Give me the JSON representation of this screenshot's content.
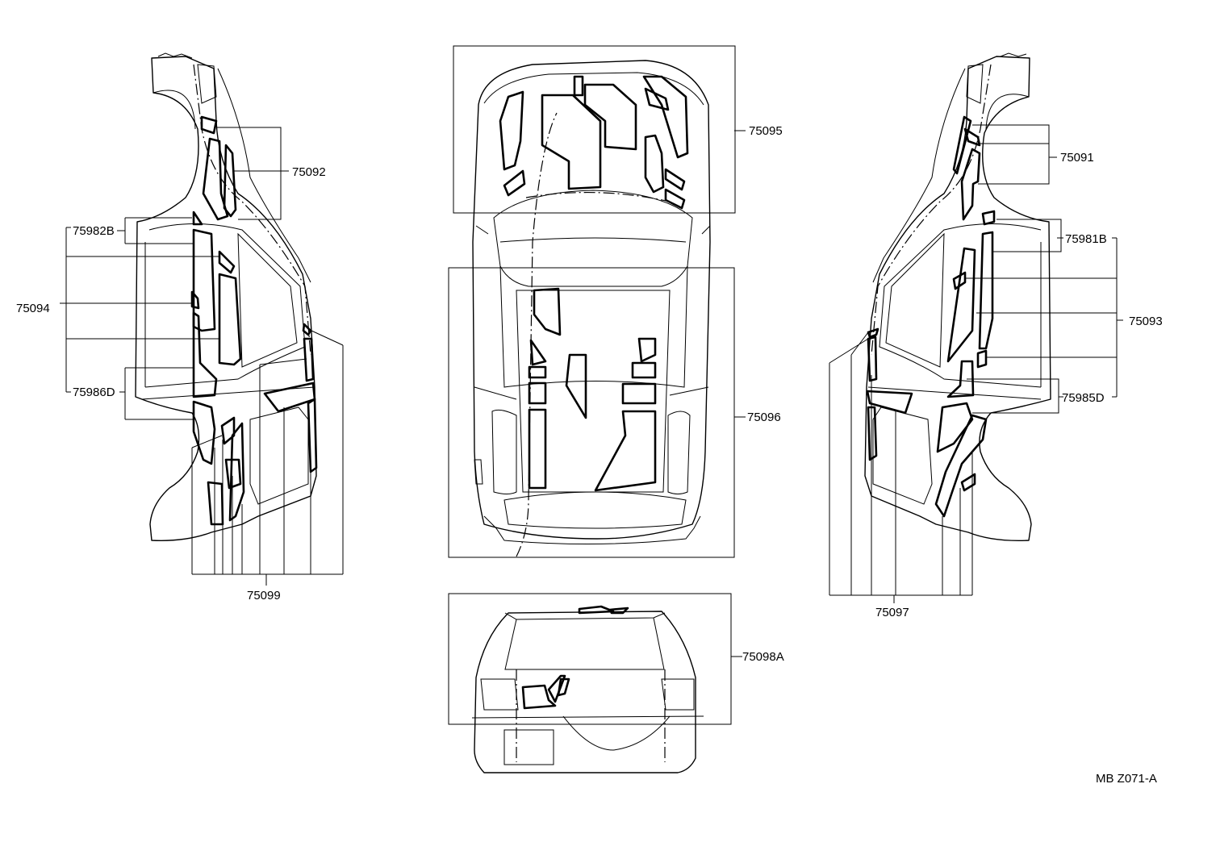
{
  "diagram": {
    "labels": {
      "p75092": "75092",
      "p75982B": "75982B",
      "p75094": "75094",
      "p75986D": "75986D",
      "p75099": "75099",
      "p75095": "75095",
      "p75096": "75096",
      "p75098A": "75098A",
      "p75091": "75091",
      "p75981B": "75981B",
      "p75093": "75093",
      "p75985D": "75985D",
      "p75097": "75097"
    },
    "figure_code": "MB Z071-A"
  }
}
